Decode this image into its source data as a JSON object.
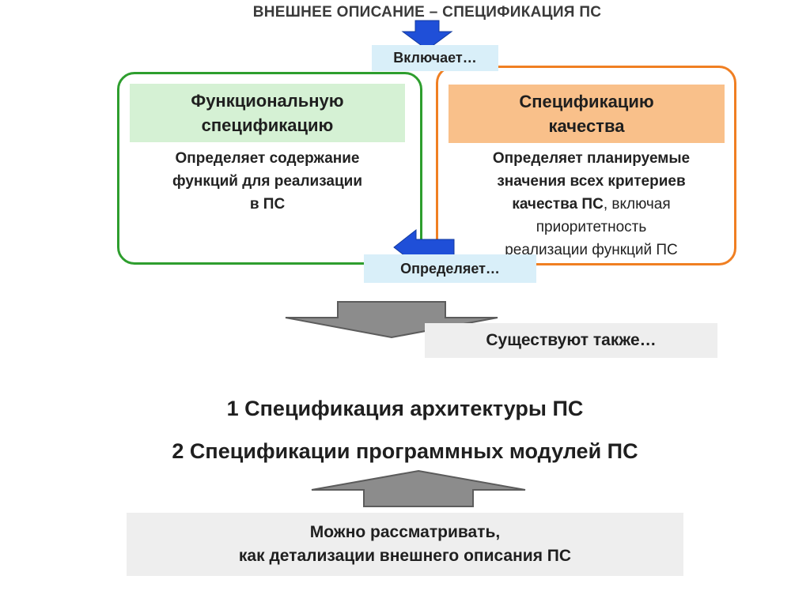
{
  "title": "ВНЕШНЕЕ ОПИСАНИЕ – СПЕЦИФИКАЦИЯ ПС",
  "includes_label": "Включает…",
  "defines_label": "Определяет…",
  "left_panel": {
    "header": [
      "Функциональную",
      "спецификацию"
    ],
    "description": [
      "Определяет содержание",
      "функций для реализации",
      "в ПС"
    ]
  },
  "right_panel": {
    "header": [
      "Спецификацию",
      "качества"
    ],
    "description_bold_1": "Определяет планируемые",
    "description_bold_2": "значения всех критериев",
    "description_bold_3": "качества ПС",
    "description_tail_3": ", включая",
    "description_light_4": "приоритетность",
    "description_light_5": "реализации функций ПС"
  },
  "also_label": "Существуют также…",
  "items": [
    "1 Спецификация архитектуры ПС",
    "2 Спецификации программных модулей ПС"
  ],
  "bottom_box": [
    "Можно рассматривать,",
    "как детализации внешнего описания ПС"
  ],
  "colors": {
    "green_border": "#2e9e2e",
    "orange_border": "#f07f22",
    "blue_arrow": "#1f4fd8",
    "grey_arrow": "#8c8c8c"
  }
}
